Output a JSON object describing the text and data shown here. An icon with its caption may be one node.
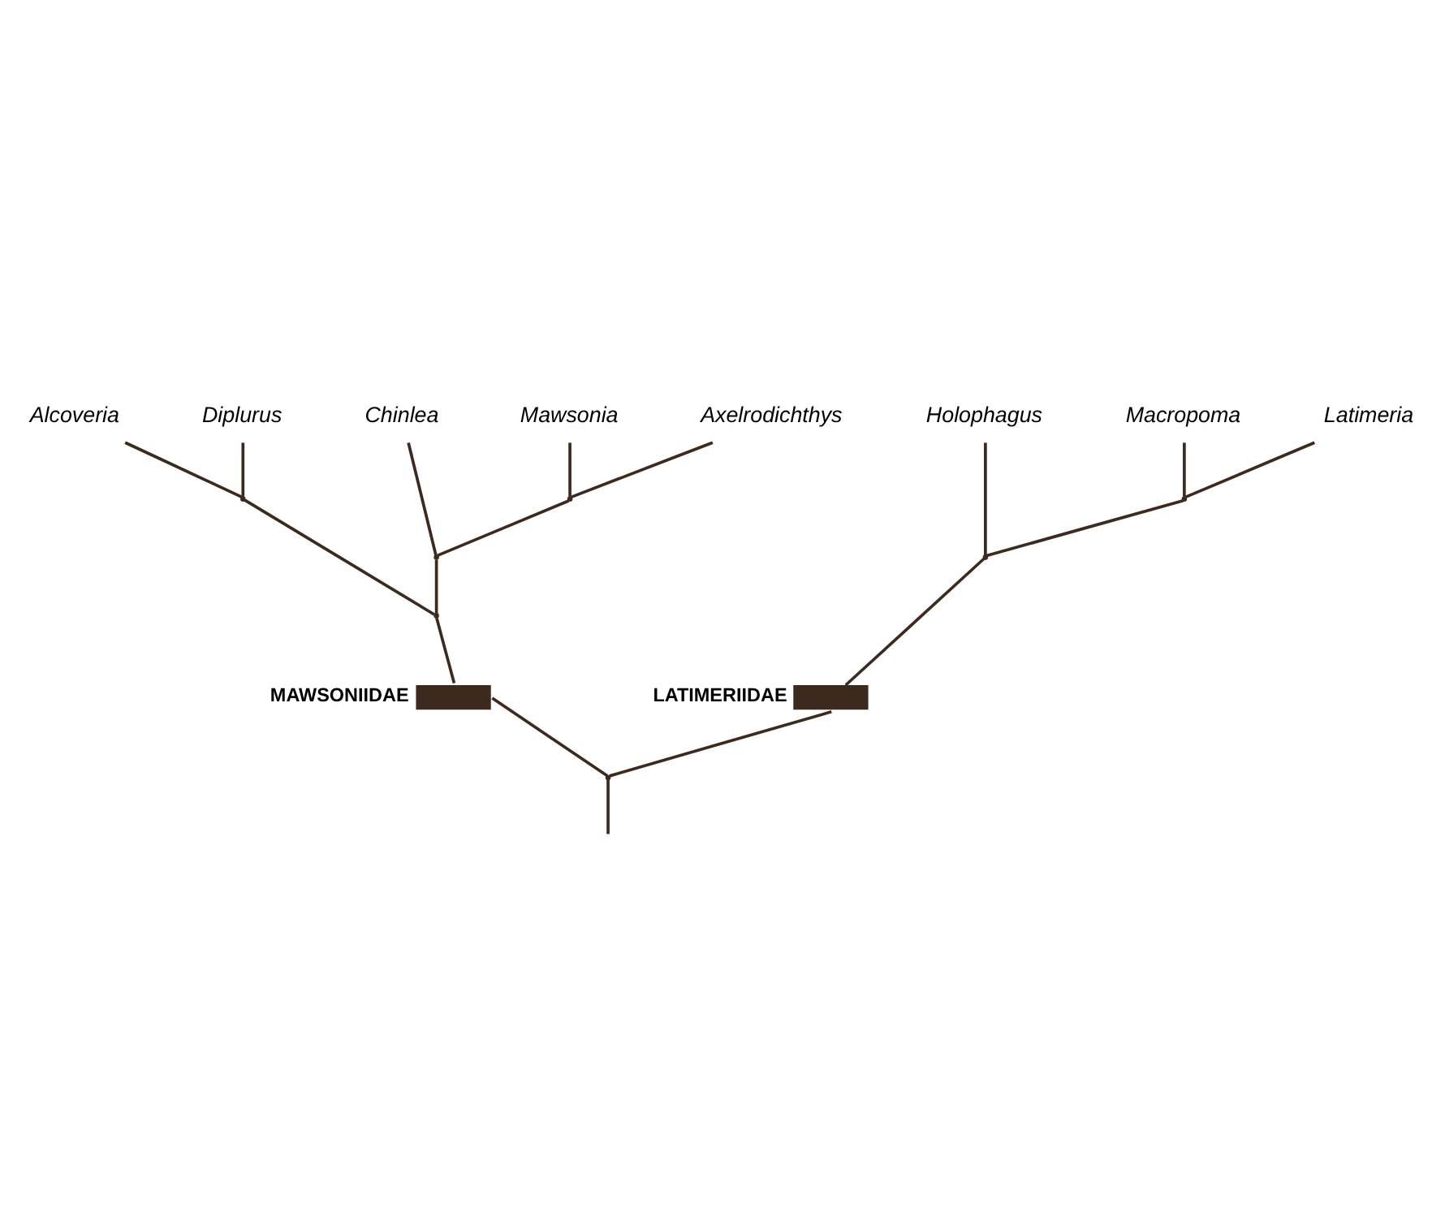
{
  "diagram": {
    "nodes": [
      {
        "text": [
          "Alcoveria"
        ]
      },
      {
        "text": [
          "Diplurus"
        ]
      },
      {
        "text": [
          "Chinlea"
        ]
      },
      {
        "text": [
          "Mawsonia"
        ]
      },
      {
        "text": [
          "Axelrodichthys"
        ]
      },
      {
        "text": [
          "Holophagus"
        ]
      },
      {
        "text": [
          "Macropoma"
        ]
      },
      {
        "text": [
          "Latimeria"
        ]
      },
      {
        "text": [],
        "shape": "bar",
        "beside": [
          "LATIMERIIDAE"
        ]
      },
      {
        "text": [],
        "shape": "bar",
        "beside": [
          "MAWSONIIDAE"
        ]
      },
      {
        "text": [],
        "shape": "point"
      },
      {
        "text": [],
        "shape": "point"
      },
      {
        "text": [],
        "shape": "point"
      },
      {
        "text": [],
        "shape": "point"
      },
      {
        "text": [],
        "shape": "point"
      },
      {
        "text": [],
        "shape": "point"
      },
      {
        "text": [],
        "shape": "point"
      }
    ],
    "edges": [
      {
        "from": null,
        "to": 10,
        "arrow": "none"
      },
      {
        "from": 10,
        "to": 9,
        "arrow": "none"
      },
      {
        "from": 9,
        "to": 11,
        "arrow": "none"
      },
      {
        "from": 10,
        "to": 8,
        "arrow": "none"
      },
      {
        "from": 8,
        "to": 12,
        "arrow": "none"
      },
      {
        "from": 11,
        "to": 13,
        "arrow": "none"
      },
      {
        "from": 11,
        "to": 14,
        "arrow": "none"
      },
      {
        "from": 13,
        "to": 0,
        "arrow": "none"
      },
      {
        "from": 13,
        "to": 1,
        "arrow": "none"
      },
      {
        "from": 14,
        "to": 2,
        "arrow": "none"
      },
      {
        "from": 14,
        "to": 15,
        "arrow": "none"
      },
      {
        "from": 15,
        "to": 3,
        "arrow": "none"
      },
      {
        "from": 15,
        "to": 4,
        "arrow": "none"
      },
      {
        "from": 12,
        "to": 5,
        "arrow": "none"
      },
      {
        "from": 12,
        "to": 16,
        "arrow": "none"
      },
      {
        "from": 16,
        "to": 6,
        "arrow": "none"
      },
      {
        "from": 16,
        "to": 7,
        "arrow": "none"
      }
    ]
  }
}
